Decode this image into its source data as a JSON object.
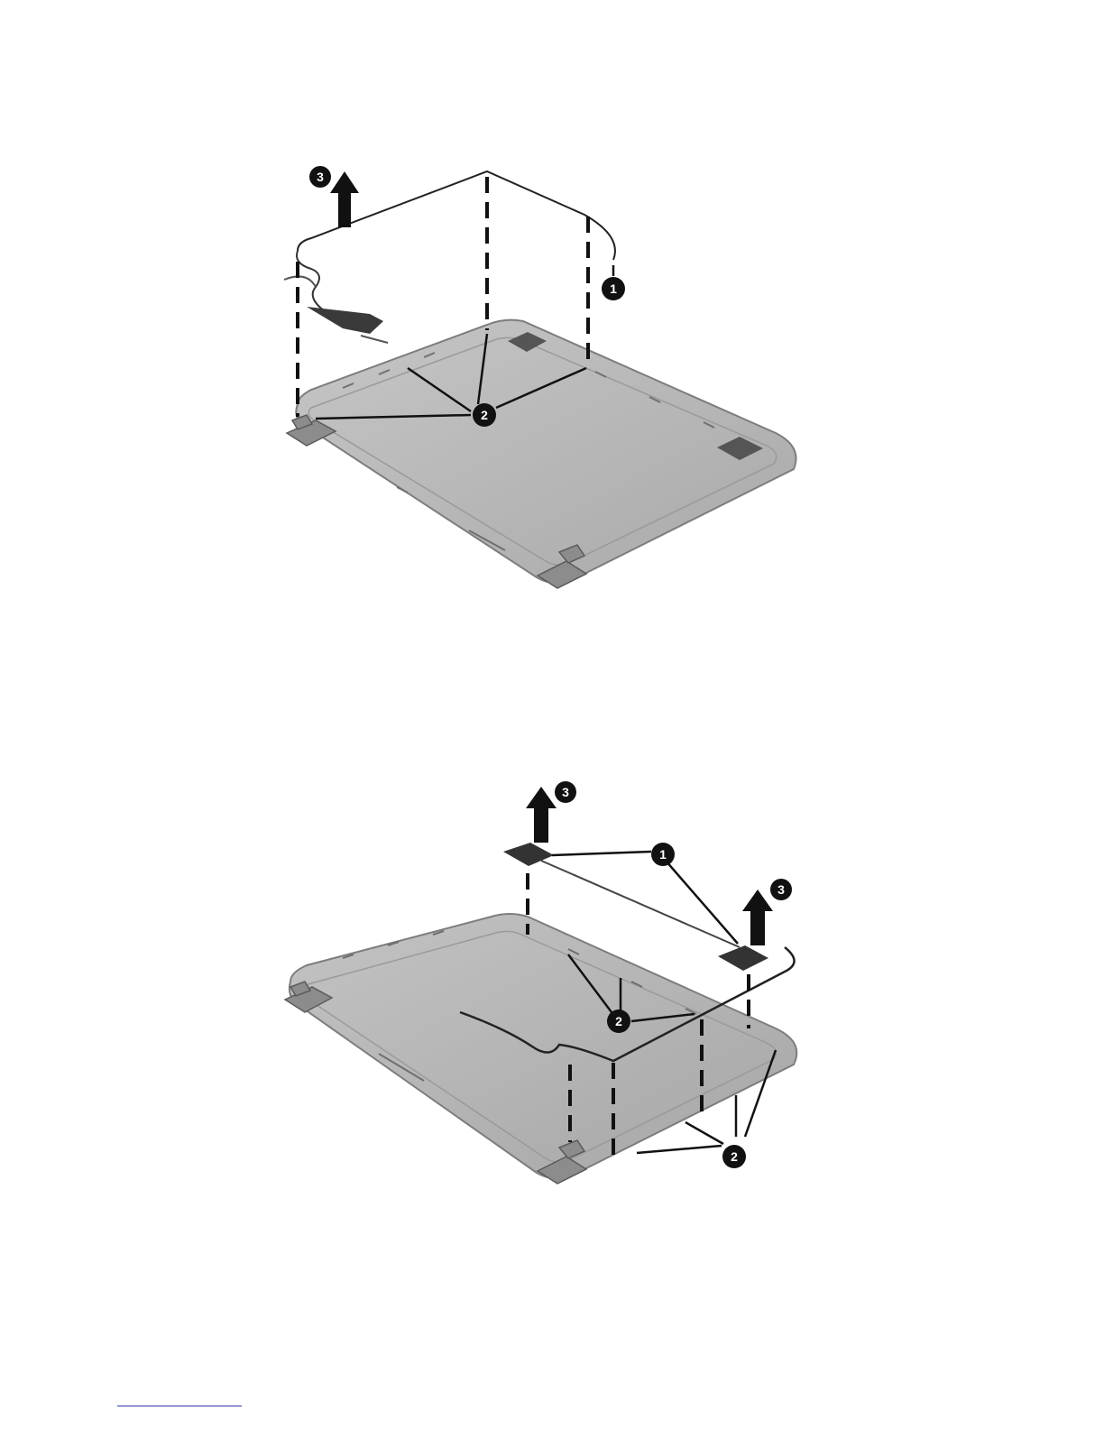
{
  "figures": [
    {
      "name": "antenna-cable-removal-top",
      "callouts": [
        "3",
        "1",
        "2"
      ]
    },
    {
      "name": "antenna-transceiver-removal-bottom",
      "callouts": [
        "3",
        "1",
        "3",
        "2",
        "2"
      ]
    }
  ],
  "colors": {
    "panel": "#b7b7b7",
    "panel_edge": "#8a8a8a",
    "callout_fill": "#111111",
    "arrow": "#111111",
    "link_rule": "#2a39a8"
  }
}
